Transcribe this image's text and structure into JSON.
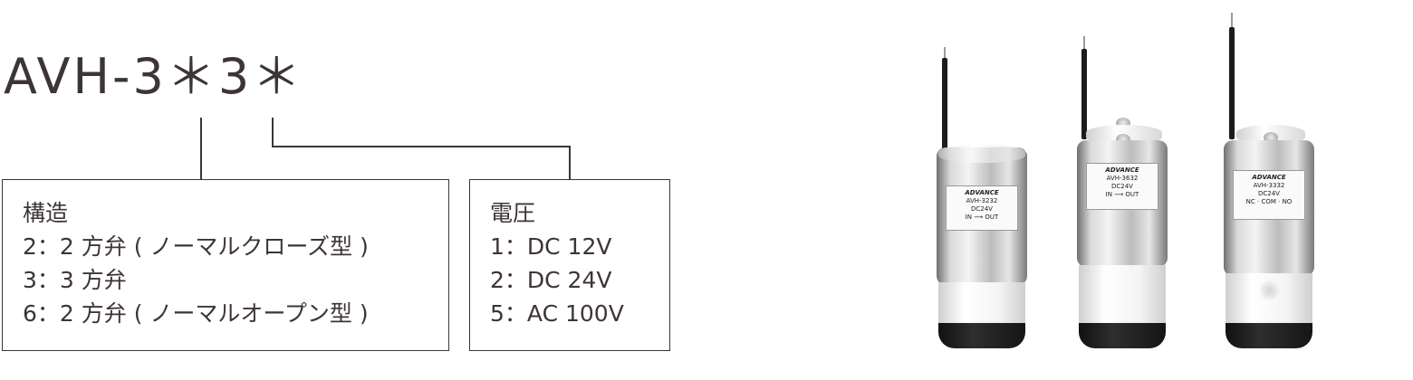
{
  "model_code": "AVH-3＊3＊",
  "structure": {
    "title": "構造",
    "options": [
      "2：2 方弁 ( ノーマルクローズ型 )",
      "3：3 方弁",
      "6：2 方弁 ( ノーマルオープン型 )"
    ]
  },
  "voltage": {
    "title": "電圧",
    "options": [
      "1：DC 12V",
      "2：DC 24V",
      "5：AC 100V"
    ]
  },
  "product_labels": {
    "brand": "ADVANCE",
    "valve1": {
      "model": "AVH-3232",
      "volt": "DC24V",
      "flow": "IN ⟶ OUT"
    },
    "valve2": {
      "model": "AVH-3632",
      "volt": "DC24V",
      "flow": "IN ⟶ OUT"
    },
    "valve3": {
      "model": "AVH-3332",
      "volt": "DC24V",
      "flow": "NC · COM · NO"
    }
  }
}
